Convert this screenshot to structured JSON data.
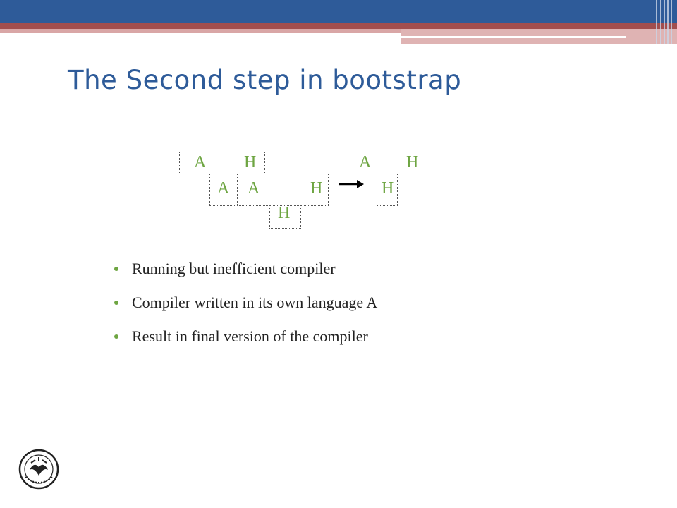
{
  "slide": {
    "title": "The Second step in bootstrap"
  },
  "diagram": {
    "left_t": {
      "top_left": "A",
      "top_right": "H"
    },
    "middle_t": {
      "left": "A",
      "right_top_left": "A",
      "right_top_right": "H",
      "bottom": "H"
    },
    "result_t": {
      "top_left": "A",
      "top_right": "H",
      "bottom": "H"
    }
  },
  "bullets": [
    "Running but inefficient compiler",
    "Compiler written in its own language A",
    "Result in final version of the compiler"
  ],
  "colors": {
    "title": "#2e5b99",
    "diagram_label": "#6ea542",
    "bullet_dot": "#6ea542"
  }
}
